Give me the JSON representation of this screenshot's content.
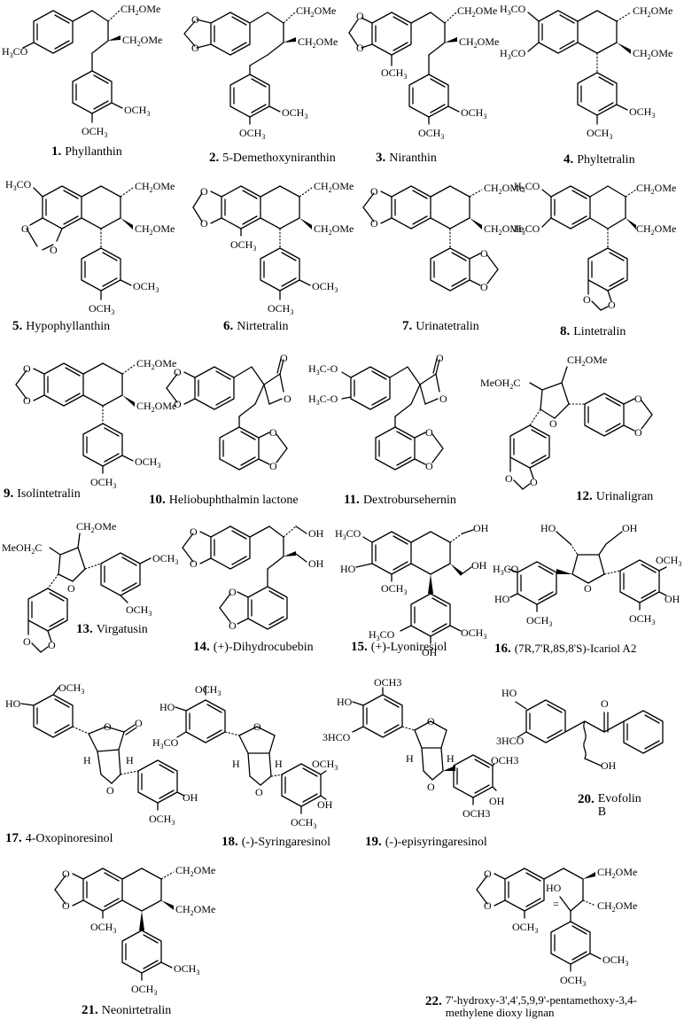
{
  "compounds": [
    {
      "number": "1.",
      "name": "Phyllanthin"
    },
    {
      "number": "2.",
      "name": "5-Demethoxyniranthin"
    },
    {
      "number": "3.",
      "name": "Niranthin"
    },
    {
      "number": "4.",
      "name": "Phyltetralin"
    },
    {
      "number": "5.",
      "name": "Hypophyllanthin"
    },
    {
      "number": "6.",
      "name": "Nirtetralin"
    },
    {
      "number": "7.",
      "name": "Urinatetralin"
    },
    {
      "number": "8.",
      "name": "Lintetralin"
    },
    {
      "number": "9.",
      "name": "Isolintetralin"
    },
    {
      "number": "10.",
      "name": "Heliobuphthalmin lactone"
    },
    {
      "number": "11.",
      "name": "Dextrobursehernin"
    },
    {
      "number": "12.",
      "name": "Urinaligran"
    },
    {
      "number": "13.",
      "name": "Virgatusin"
    },
    {
      "number": "14.",
      "name": "(+)-Dihydrocubebin"
    },
    {
      "number": "15.",
      "name": "(+)-Lyoniresiol"
    },
    {
      "number": "16.",
      "name": "(7R,7'R,8S,8'S)-Icariol A2"
    },
    {
      "number": "17.",
      "name": "4-Oxopinoresinol"
    },
    {
      "number": "18.",
      "name": "(-)-Syringaresinol"
    },
    {
      "number": "19.",
      "name": "(-)-episyringaresinol"
    },
    {
      "number": "20.",
      "name": "Evofolin B"
    },
    {
      "number": "21.",
      "name": "Neonirtetralin"
    },
    {
      "number": "22.",
      "name": "7'-hydroxy-3',4',5,9,9'-pentamethoxy-3,4-methylene dioxy lignan"
    }
  ],
  "labels": {
    "ch2ome": "CH2OMe",
    "och3": "OCH3",
    "h3co": "H3CO",
    "h3c_o": "H3C-O",
    "meoh2c": "MeOH2C",
    "och3_alt": "OCH3",
    "h3co_alt": "3HCO",
    "oh": "OH",
    "ho": "HO",
    "o": "O",
    "h": "H"
  }
}
